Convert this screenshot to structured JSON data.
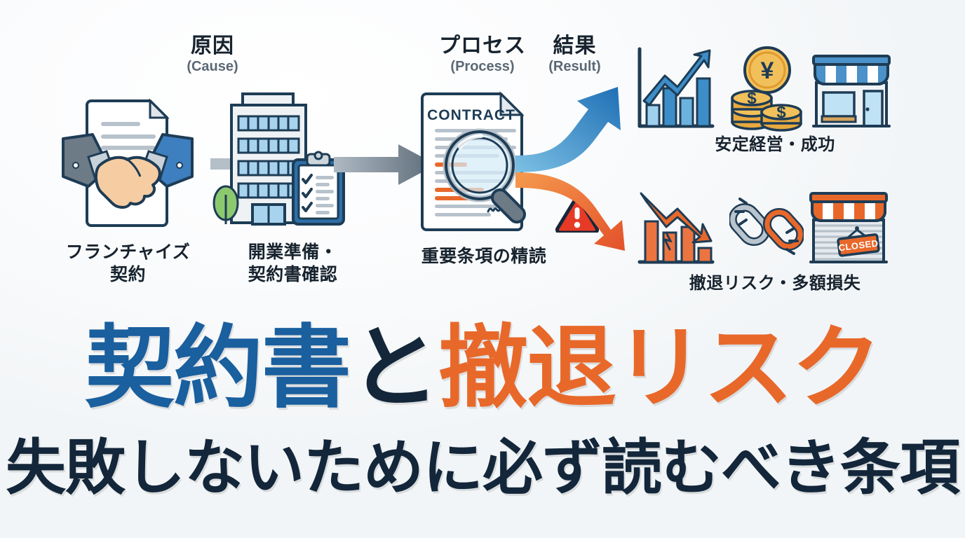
{
  "headline": {
    "part_blue": "契約書",
    "part_navy": "と",
    "part_orange": "撤退リスク",
    "subtitle": "失敗しないために必ず読むべき条項"
  },
  "phases": [
    {
      "id": "cause",
      "jp": "原因",
      "en": "(Cause)"
    },
    {
      "id": "process",
      "jp": "プロセス",
      "en": "(Process)"
    },
    {
      "id": "result",
      "jp": "結果",
      "en": "(Result)"
    }
  ],
  "nodes": {
    "franchise": {
      "caption_line1": "フランチャイズ",
      "caption_line2": "契約",
      "icon": "handshake-contract-icon"
    },
    "prep": {
      "caption_line1": "開業準備・",
      "caption_line2": "契約書確認",
      "icon": "office-building-checklist-icon"
    },
    "read": {
      "caption_line1": "重要条項の精読",
      "caption_line2": "",
      "icon": "contract-magnifier-icon"
    }
  },
  "contract_document": {
    "title": "CONTRACT"
  },
  "outcomes": {
    "success": {
      "caption": "安定経営・成功",
      "icons": [
        "growth-chart-icon",
        "yen-coins-icon",
        "open-shop-icon"
      ],
      "arrow": "blue-up-arrow",
      "color": "#2f86c8"
    },
    "failure": {
      "caption": "撤退リスク・多額損失",
      "icons": [
        "decline-chart-icon",
        "broken-chain-icon",
        "closed-shop-icon"
      ],
      "arrow": "orange-down-arrow",
      "color": "#e8682a",
      "shop_sign_text": "CLOSED",
      "warning_icon": "warning-triangle-icon"
    }
  },
  "colors": {
    "brand_blue": "#1a5f9e",
    "accent_orange": "#e8682a",
    "navy": "#13263a",
    "gray_arrow": "#8b97a2",
    "background": "#f4f7f9"
  }
}
